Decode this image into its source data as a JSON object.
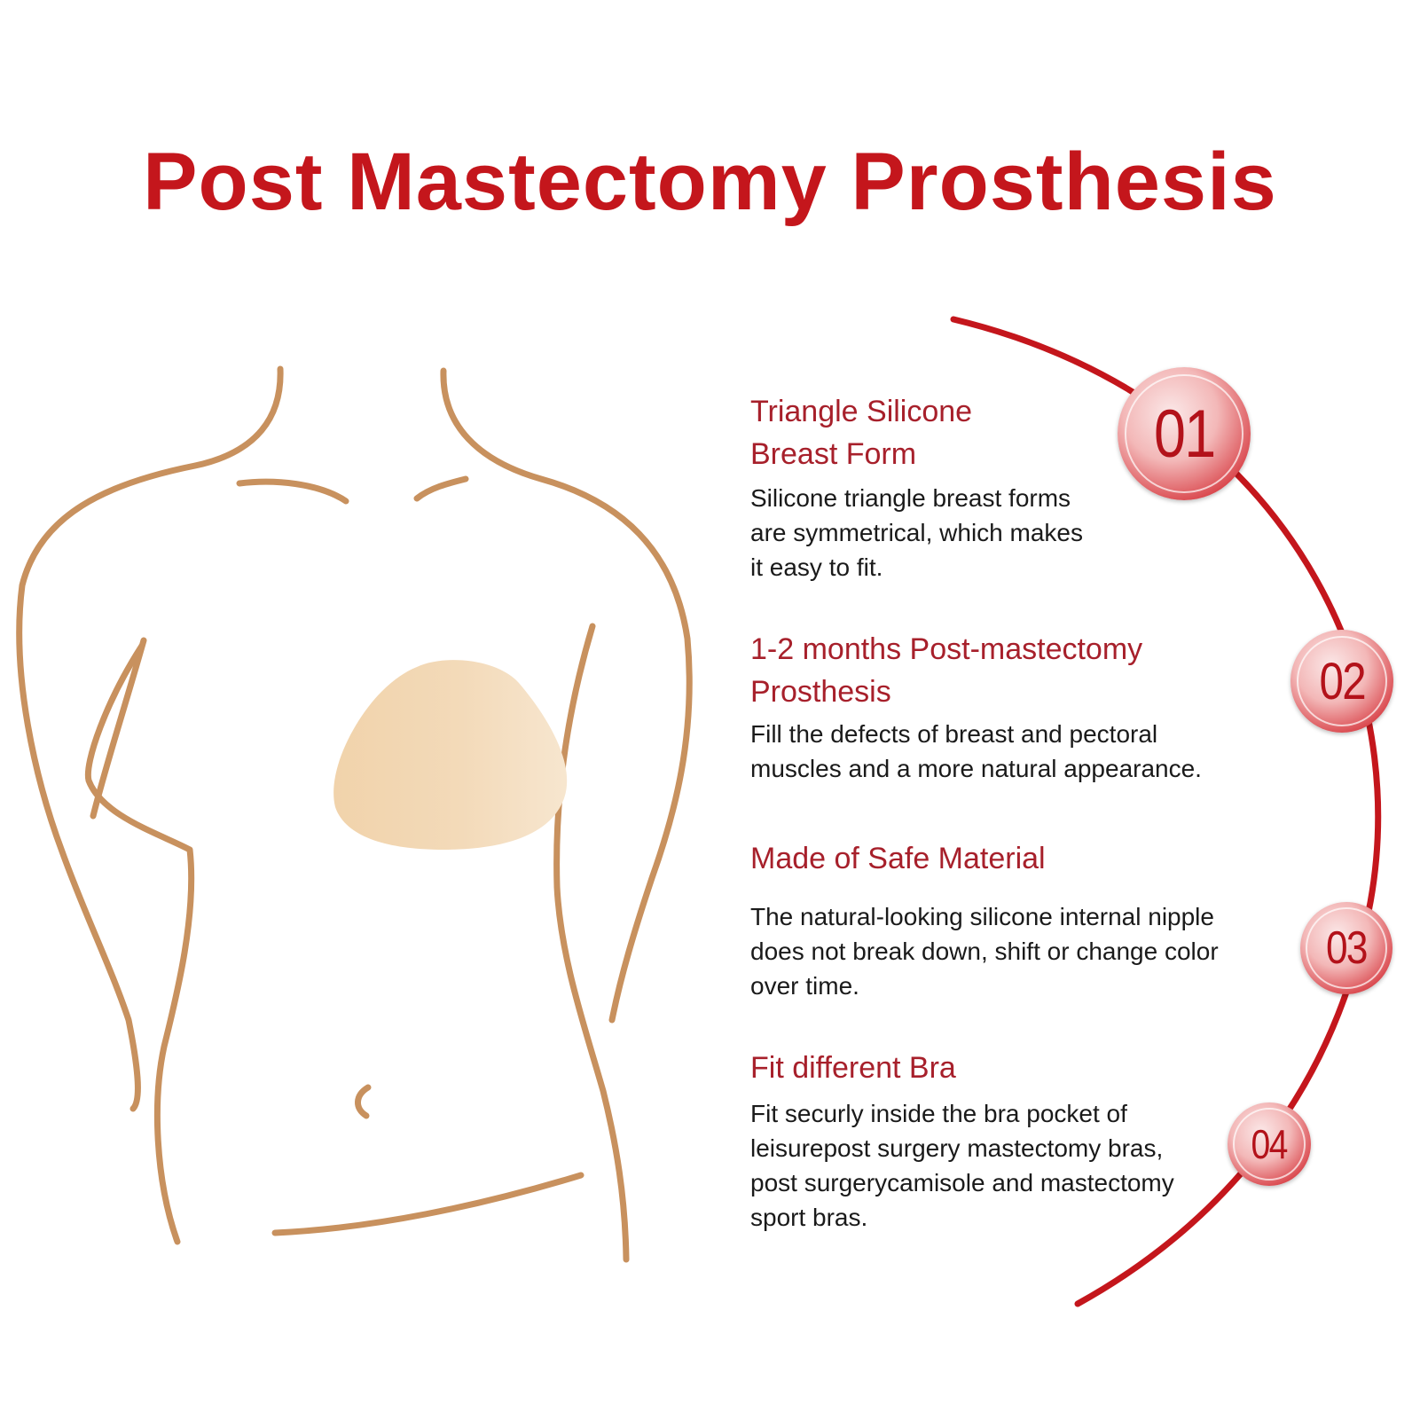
{
  "title": "Post Mastectomy Prosthesis",
  "colors": {
    "title": "#c4161c",
    "feature_title": "#a7202b",
    "body_text": "#1a1a1a",
    "arc": "#c4161c",
    "body_outline": "#c8915e",
    "prosthesis": "#f3d9b6"
  },
  "illustration": {
    "figure": "female-torso-outline",
    "prosthesis": "triangle-silicone-breast-form"
  },
  "features": [
    {
      "number": "01",
      "title": "Triangle Silicone\nBreast Form",
      "description": "Silicone triangle breast forms\nare symmetrical, which makes\nit easy to fit."
    },
    {
      "number": "02",
      "title": "1-2 months Post-mastectomy\nProsthesis",
      "description": "Fill the defects of breast and pectoral\nmuscles and a more natural appearance."
    },
    {
      "number": "03",
      "title": "Made of Safe Material",
      "description": "The natural-looking silicone internal nipple\ndoes not break down, shift or change color\nover time."
    },
    {
      "number": "04",
      "title": "Fit different Bra",
      "description": "Fit securly inside the bra pocket of\nleisurepost surgery mastectomy bras,\npost surgerycamisole and mastectomy\nsport bras."
    }
  ]
}
